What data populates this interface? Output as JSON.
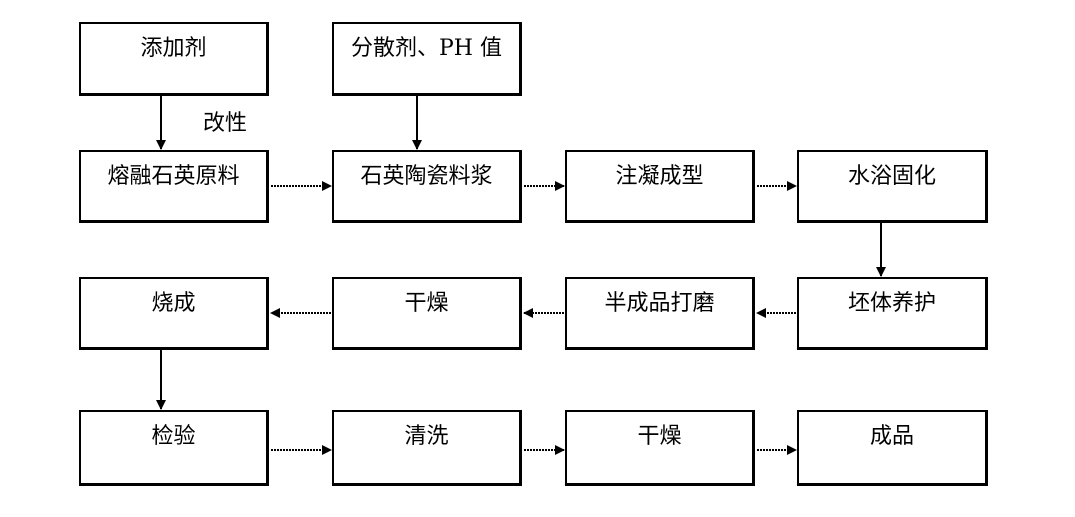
{
  "diagram": {
    "top": {
      "additive": "添加剂",
      "dispersant": "分散剂、PH 值"
    },
    "modify_label": "改性",
    "row1": [
      "熔融石英原料",
      "石英陶瓷料浆",
      "注凝成型",
      "水浴固化"
    ],
    "row2": [
      "烧成",
      "干燥",
      "半成品打磨",
      "坯体养护"
    ],
    "row3": [
      "检验",
      "清洗",
      "干燥",
      "成品"
    ]
  }
}
